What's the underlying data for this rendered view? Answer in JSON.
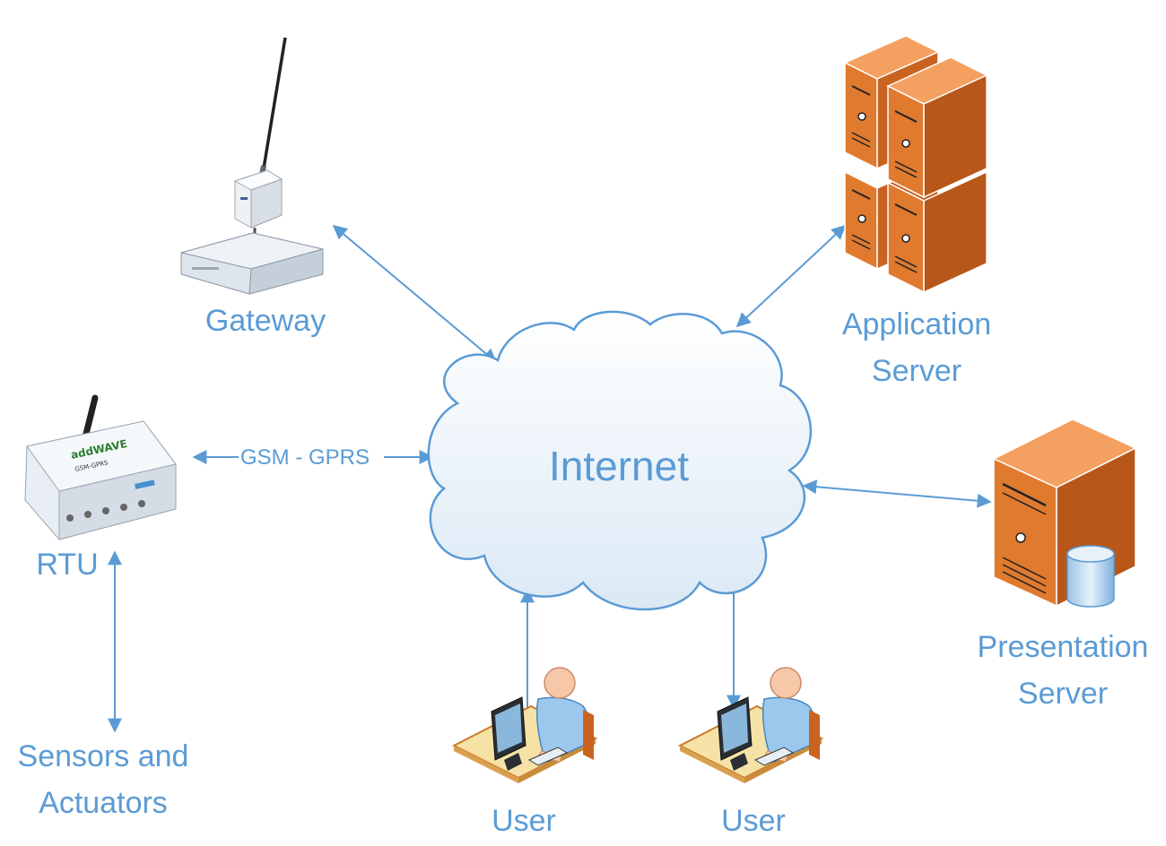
{
  "nodes": {
    "gateway": {
      "label": "Gateway"
    },
    "rtu": {
      "label": "RTU"
    },
    "sensors": {
      "line1": "Sensors and",
      "line2": "Actuators"
    },
    "internet": {
      "label": "Internet"
    },
    "application_server": {
      "line1": "Application",
      "line2": "Server"
    },
    "presentation_server": {
      "line1": "Presentation",
      "line2": "Server"
    },
    "user_left": {
      "label": "User"
    },
    "user_right": {
      "label": "User"
    }
  },
  "links": {
    "rtu_internet": {
      "label": "GSM - GPRS"
    }
  },
  "device_text": {
    "rtu_brand": "addWAVE",
    "rtu_model": "GSM-GPRS"
  },
  "colors": {
    "accent": "#5b9bd5",
    "cloud_fill": "#e6f0f8",
    "server_orange": "#e07a2f",
    "server_dark": "#b8571a",
    "server_light": "#f4a060"
  }
}
